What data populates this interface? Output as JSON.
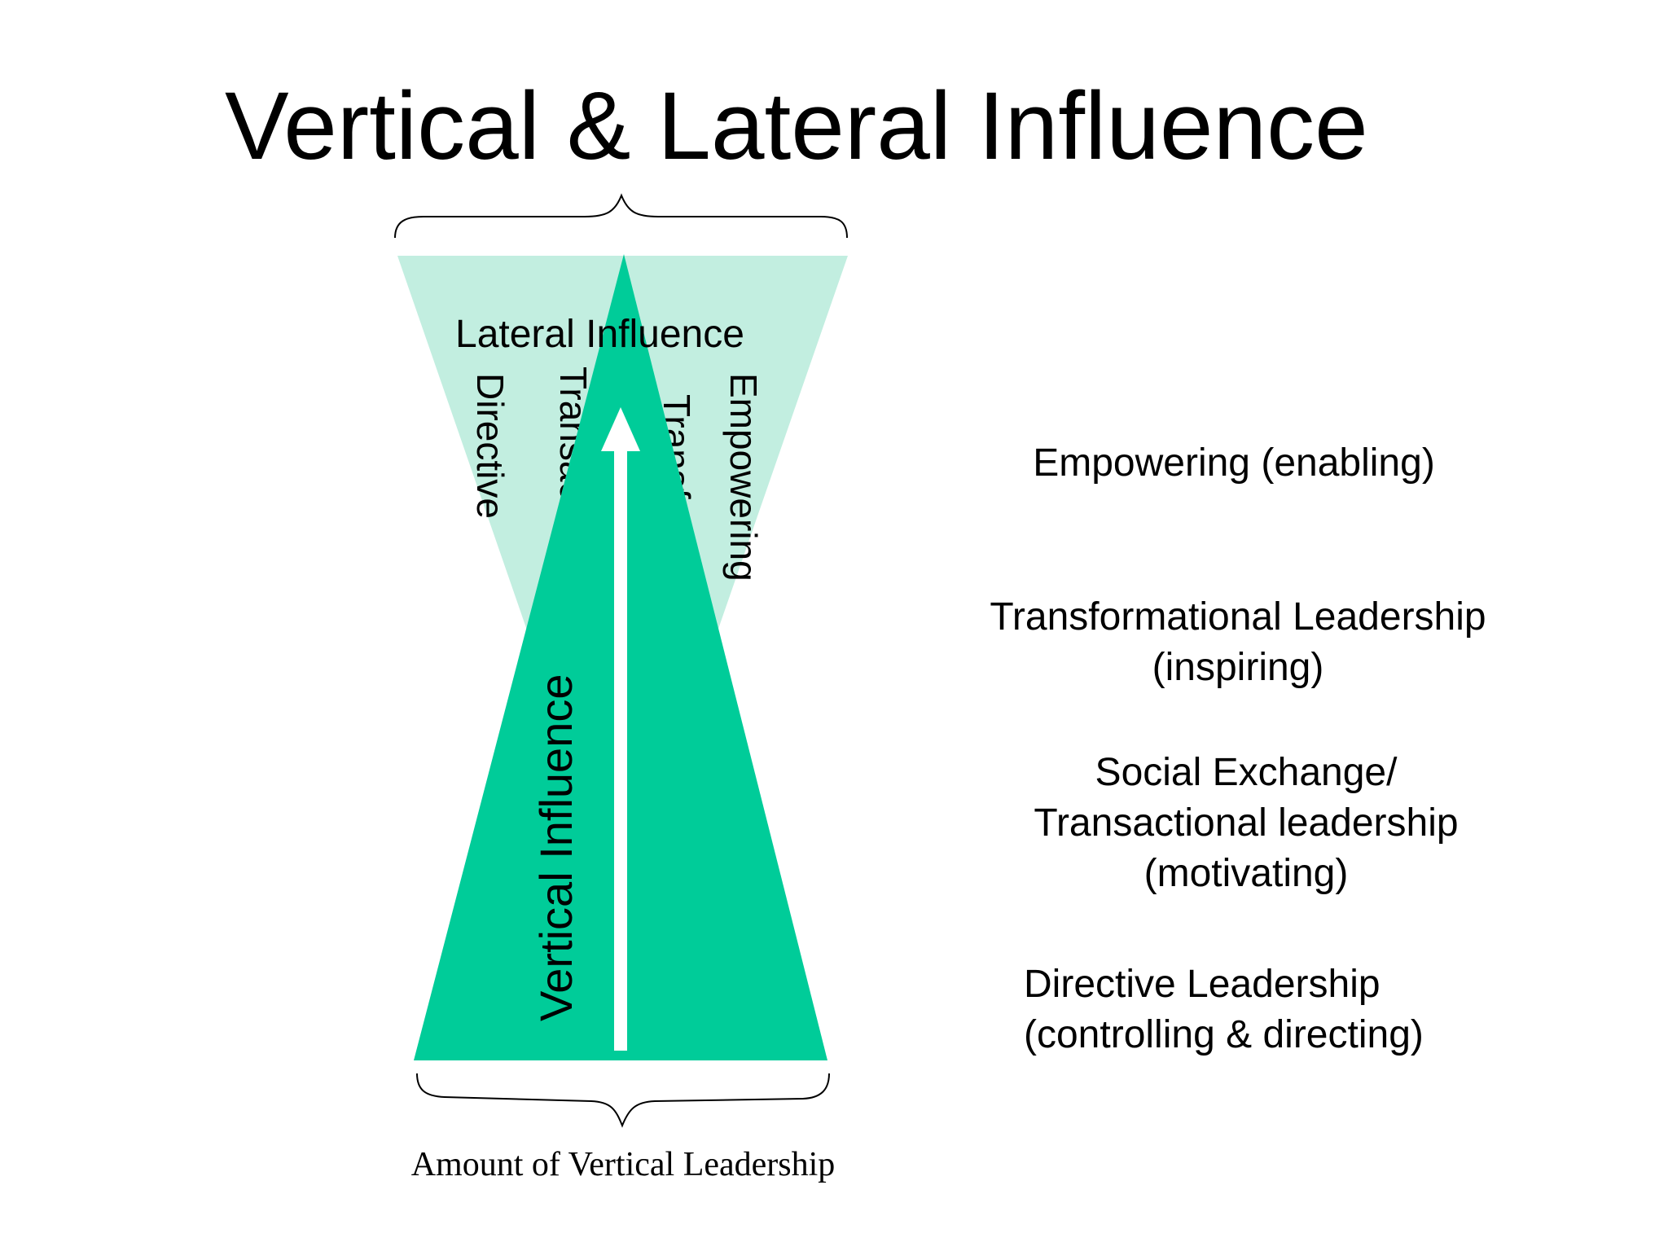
{
  "slide": {
    "title": "Vertical & Lateral Influence"
  },
  "diagram": {
    "lateral_label": "Lateral Influence",
    "vertical_label": "Vertical Influence",
    "style_labels": {
      "directive": "Directive",
      "transactional": "Transactional",
      "transformational": "Transformational",
      "empowering": "Empowering"
    },
    "bottom_label": "Amount of Vertical Leadership",
    "colors": {
      "vertical_triangle": "#00cc99",
      "lateral_triangle": "#c2eee0",
      "arrow": "#ffffff",
      "text": "#000000"
    }
  },
  "legend": {
    "empowering": {
      "line1": "Empowering (enabling)"
    },
    "transformational": {
      "line1": "Transformational Leadership",
      "line2": "(inspiring)"
    },
    "transactional": {
      "line1": "Social Exchange/",
      "line2": "Transactional leadership",
      "line3": "(motivating)"
    },
    "directive": {
      "line1": "Directive Leadership",
      "line2": "(controlling & directing)"
    }
  }
}
